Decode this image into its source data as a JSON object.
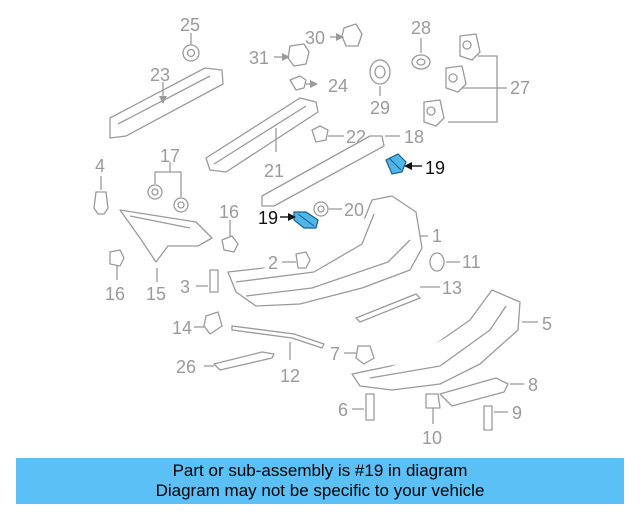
{
  "callouts": {
    "c1": "1",
    "c2": "2",
    "c3": "3",
    "c4": "4",
    "c5": "5",
    "c6": "6",
    "c7": "7",
    "c8": "8",
    "c9": "9",
    "c10": "10",
    "c11": "11",
    "c12": "12",
    "c13": "13",
    "c14": "14",
    "c15": "15",
    "c16a": "16",
    "c16b": "16",
    "c17": "17",
    "c18": "18",
    "c19a": "19",
    "c19b": "19",
    "c20": "20",
    "c21": "21",
    "c22": "22",
    "c23": "23",
    "c24": "24",
    "c25": "25",
    "c26": "26",
    "c27": "27",
    "c28": "28",
    "c29": "29",
    "c30": "30",
    "c31": "31"
  },
  "highlighted_part": "19",
  "banner": {
    "line1": "Part or sub-assembly is #19 in diagram",
    "line2": "Diagram may not be specific to your vehicle"
  },
  "colors": {
    "banner": "#5ac0f5",
    "highlight": "#4fb6ea",
    "line_art": "#9a9a9a"
  }
}
